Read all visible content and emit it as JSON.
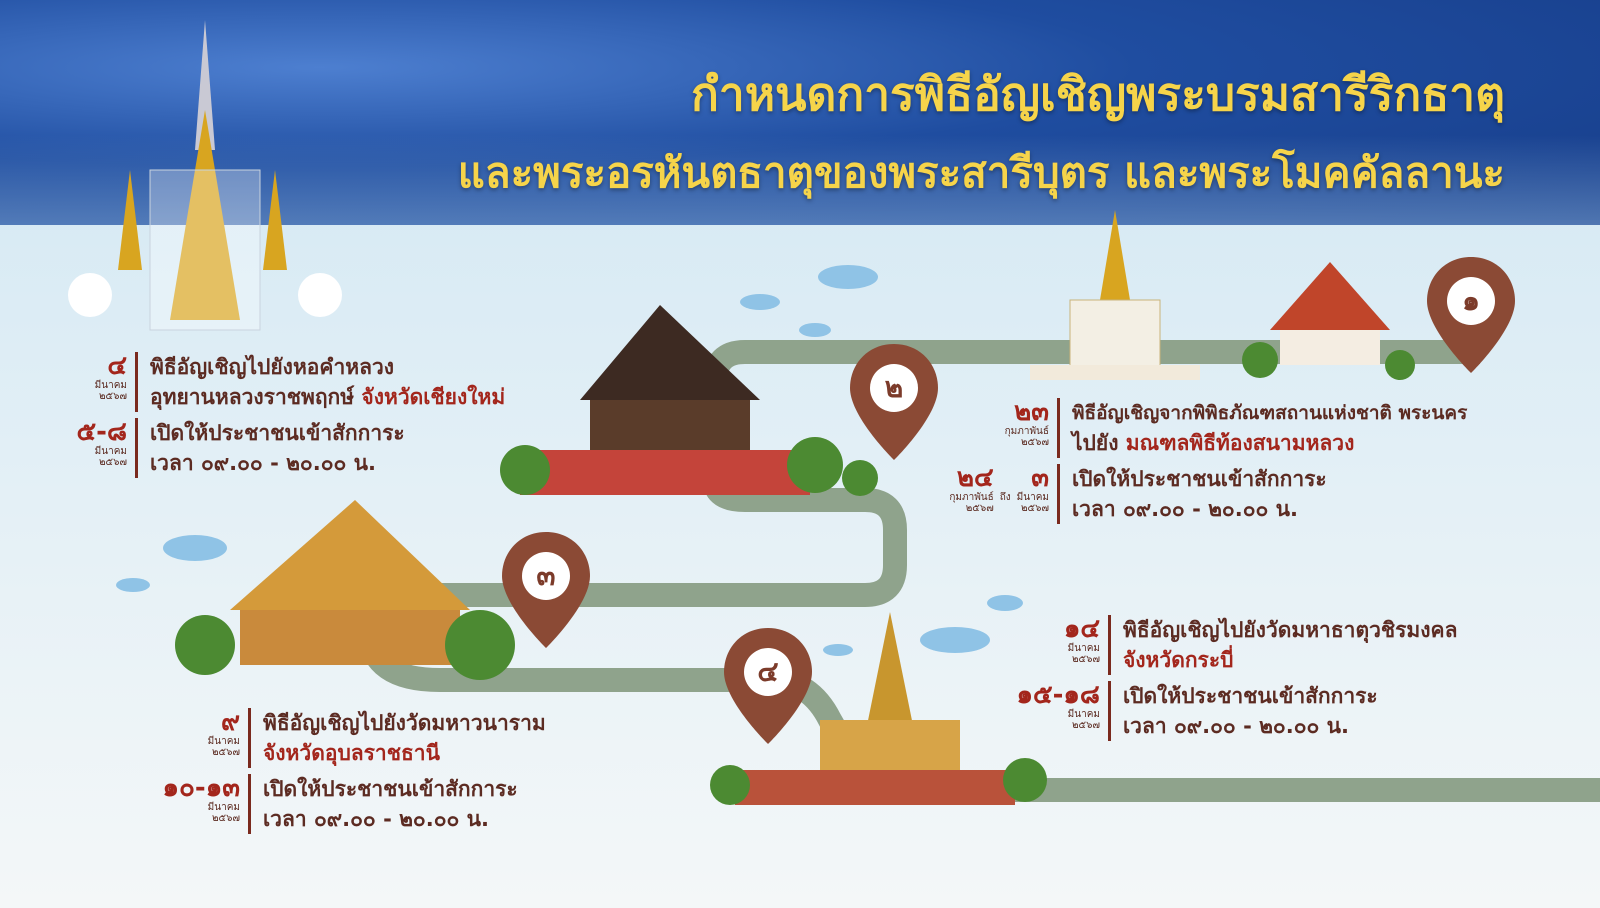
{
  "header": {
    "title_line1": "กำหนดการพิธีอัญเชิญพระบรมสารีริกธาตุ",
    "title_line2": "และพระอรหันตธาตุของพระสารีบุตร และพระโมคคัลลานะ"
  },
  "colors": {
    "accent": "#a3261c",
    "text": "#5c2b22",
    "road": "#8fa38c",
    "pin": "#8b4a35",
    "title": "#f6d44a"
  },
  "stops": [
    {
      "pin": "๑",
      "event_day": "๒๓",
      "event_month": "กุมภาพันธ์",
      "event_year": "๒๕๖๗",
      "event_line1": "พิธีอัญเชิญจากพิพิธภัณฑสถานแห่งชาติ พระนคร",
      "event_line2_prefix": "ไปยัง ",
      "event_line2_highlight": "มณฑลพิธีท้องสนามหลวง",
      "open_from_day": "๒๔",
      "open_from_month": "กุมภาพันธ์",
      "open_from_year": "๒๕๖๗",
      "open_to_label": "ถึง",
      "open_to_day": "๓",
      "open_to_month": "มีนาคม",
      "open_to_year": "๒๕๖๗",
      "open_line1": "เปิดให้ประชาชนเข้าสักการะ",
      "open_line2": "เวลา ๐๙.๐๐ - ๒๐.๐๐ น."
    },
    {
      "pin": "๒",
      "event_day": "๔",
      "event_month": "มีนาคม",
      "event_year": "๒๕๖๗",
      "event_line1": "พิธีอัญเชิญไปยังหอคำหลวง",
      "event_line2_prefix": "อุทยานหลวงราชพฤกษ์ ",
      "event_line2_highlight": "จังหวัดเชียงใหม่",
      "open_day": "๕-๘",
      "open_month": "มีนาคม",
      "open_year": "๒๕๖๗",
      "open_line1": "เปิดให้ประชาชนเข้าสักการะ",
      "open_line2": "เวลา ๐๙.๐๐ - ๒๐.๐๐ น."
    },
    {
      "pin": "๓",
      "event_day": "๙",
      "event_month": "มีนาคม",
      "event_year": "๒๕๖๗",
      "event_line1": "พิธีอัญเชิญไปยังวัดมหาวนาราม",
      "event_line2_highlight": "จังหวัดอุบลราชธานี",
      "open_day": "๑๐-๑๓",
      "open_month": "มีนาคม",
      "open_year": "๒๕๖๗",
      "open_line1": "เปิดให้ประชาชนเข้าสักการะ",
      "open_line2": "เวลา ๐๙.๐๐ - ๒๐.๐๐ น."
    },
    {
      "pin": "๔",
      "event_day": "๑๔",
      "event_month": "มีนาคม",
      "event_year": "๒๕๖๗",
      "event_line1": "พิธีอัญเชิญไปยังวัดมหาธาตุวชิรมงคล",
      "event_line2_highlight": "จังหวัดกระบี่",
      "open_day": "๑๕-๑๘",
      "open_month": "มีนาคม",
      "open_year": "๒๕๖๗",
      "open_line1": "เปิดให้ประชาชนเข้าสักการะ",
      "open_line2": "เวลา ๐๙.๐๐ - ๒๐.๐๐ น."
    }
  ]
}
